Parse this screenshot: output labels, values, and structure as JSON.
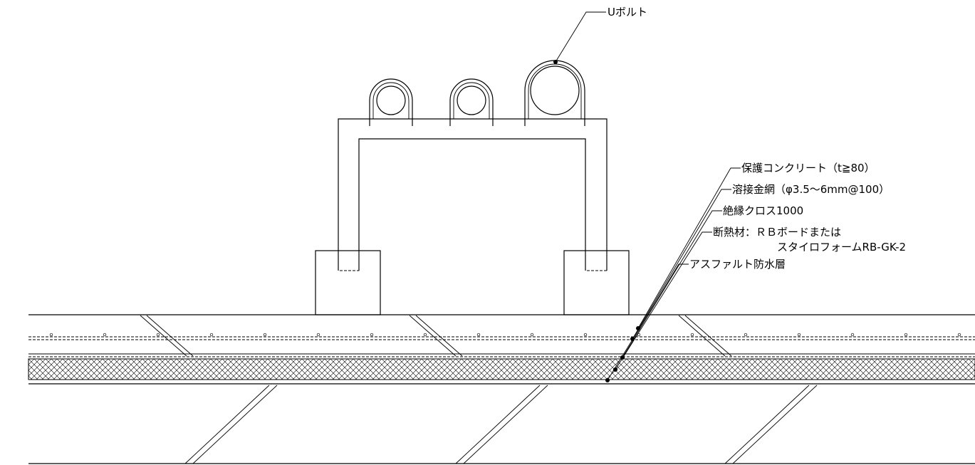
{
  "labels": {
    "u_bolt": "Uボルト",
    "protective_concrete": "保護コンクリート（t≧80）",
    "welded_wire_mesh": "溶接金網（φ3.5～6mm@100）",
    "insulation_cloth": "絶縁クロス1000",
    "insulation_material_line1": "断熱材：ＲＢボードまたは",
    "insulation_material_line2": "スタイロフォームRB-GK-2",
    "asphalt_waterproofing": "アスファルト防水層"
  }
}
